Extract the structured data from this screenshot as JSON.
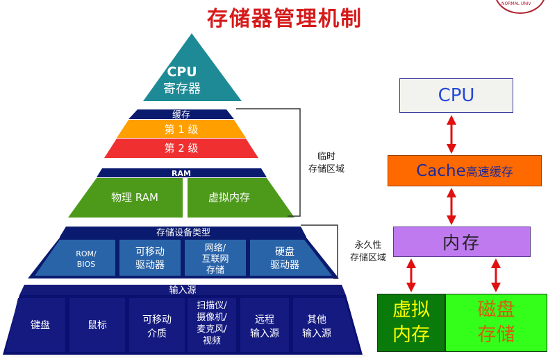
{
  "title": "存储器管理机制",
  "logo_text": "NORMAL UNIV",
  "pyramid": {
    "apex_line1": "CPU",
    "apex_line2": "寄存器",
    "cache_header": "缓存",
    "cache_l1": "第 1 级",
    "cache_l2": "第 2 级",
    "ram_header": "RAM",
    "ram_physical": "物理 RAM",
    "ram_virtual": "虚拟内存",
    "storage_header": "存储设备类型",
    "storage_items": [
      {
        "lines": [
          "ROM/",
          "BIOS"
        ]
      },
      {
        "lines": [
          "可移动",
          "驱动器"
        ]
      },
      {
        "lines": [
          "网络/",
          "互联网",
          "存储"
        ]
      },
      {
        "lines": [
          "硬盘",
          "驱动器"
        ]
      }
    ],
    "input_header": "输入源",
    "input_items": [
      {
        "lines": [
          "键盘"
        ]
      },
      {
        "lines": [
          "鼠标"
        ]
      },
      {
        "lines": [
          "可移动",
          "介质"
        ]
      },
      {
        "lines": [
          "扫描仪/",
          "摄像机/",
          "麦克风/",
          "视频"
        ]
      },
      {
        "lines": [
          "远程",
          "输入源"
        ]
      },
      {
        "lines": [
          "其他",
          "输入源"
        ]
      }
    ]
  },
  "brackets": {
    "temporary_line1": "临时",
    "temporary_line2": "存储区域",
    "permanent_line1": "永久性",
    "permanent_line2": "存储区域"
  },
  "hierarchy": {
    "cpu": "CPU",
    "cache_main": "Cache",
    "cache_sub": "高速缓存",
    "memory": "内存",
    "virtual_line1": "虚拟",
    "virtual_line2": "内存",
    "disk_line1": "磁盘",
    "disk_line2": "存储"
  },
  "colors": {
    "title": "#d51a1a",
    "pyramid_apex": "#1e8a96",
    "pyramid_navy": "#0a1a6e",
    "cache_l1": "#ffa000",
    "cache_l2": "#f03030",
    "ram_green": "#4d9a1a",
    "storage_blue": "#2a64a8",
    "input_navy": "#141a7a",
    "arrow_red": "#e01010"
  }
}
